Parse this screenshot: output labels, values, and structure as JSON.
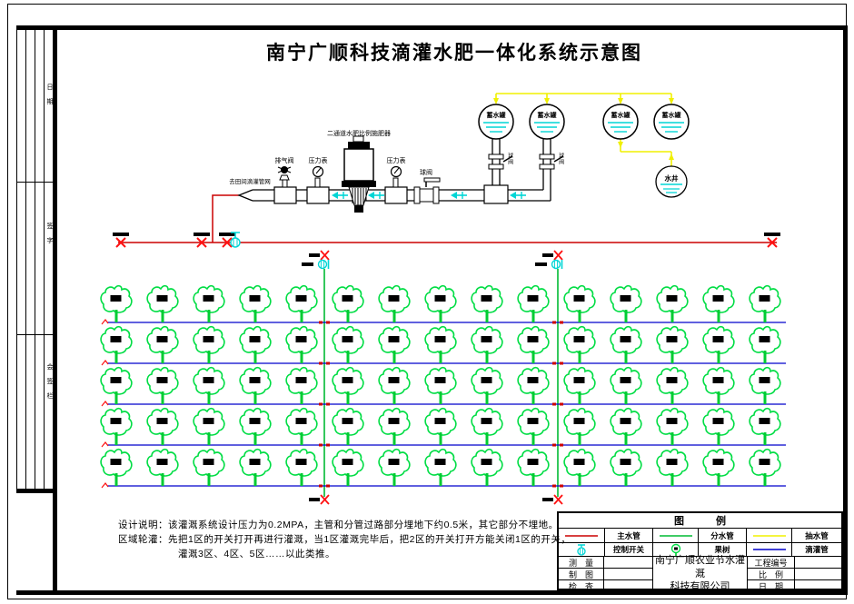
{
  "title": "南宁广顺科技滴灌水肥一体化系统示意图",
  "frame_sidebar": {
    "labels": [
      "日 期",
      "签 字",
      "会 签 栏"
    ]
  },
  "station": {
    "outlet_label": "去田间滴灌管网",
    "air_valve_label": "排气阀",
    "gauge_label_1": "压力表",
    "injector_label": "二通道水肥比例施肥器",
    "gauge_label_2": "压力表",
    "ball_valve_label": "球阀",
    "riser_valve_label": "球阀",
    "tank_labels": [
      "蓄水罐",
      "蓄水罐",
      "蓄水罐",
      "蓄水罐"
    ],
    "well_label": "水井"
  },
  "field": {
    "lateral_rows": 5,
    "trees_per_row": 15,
    "zones": 2
  },
  "notes": {
    "line1": "设计说明：该灌溉系统设计压力为0.2MPA，主管和分管过路部分埋地下约0.5米，其它部分不埋地。",
    "line2": "区域轮灌：先把1区的开关打开再进行灌溉，当1区灌溉完毕后，把2区的开关打开方能关闭1区的开关，",
    "line3": "灌溉3区、4区、5区……以此类推。"
  },
  "legend": {
    "header": "图　例",
    "items": [
      {
        "symbol": "red-line",
        "label": "主水管"
      },
      {
        "symbol": "green-line",
        "label": "分水管"
      },
      {
        "symbol": "yellow-line",
        "label": "抽水管"
      },
      {
        "symbol": "cyan-valve",
        "label": "控制开关"
      },
      {
        "symbol": "tree",
        "label": "果树"
      },
      {
        "symbol": "blue-line",
        "label": "滴灌管"
      }
    ]
  },
  "titleblock": {
    "sign_rows": [
      "测　量",
      "制　图",
      "检　查"
    ],
    "company_line1": "南宁广顺农业节水灌溉",
    "company_line2": "科技有限公司",
    "info_rows": [
      "工程编号",
      "比　例",
      "日　期"
    ]
  },
  "colors": {
    "main_pipe": "#cc0000",
    "valve_x": "#ff1111",
    "submain": "#00bb33",
    "lateral": "#0000cc",
    "fill_line": "#f0f000",
    "valve": "#00d5d5",
    "tree": "#00dd44",
    "title": "#d40000"
  }
}
